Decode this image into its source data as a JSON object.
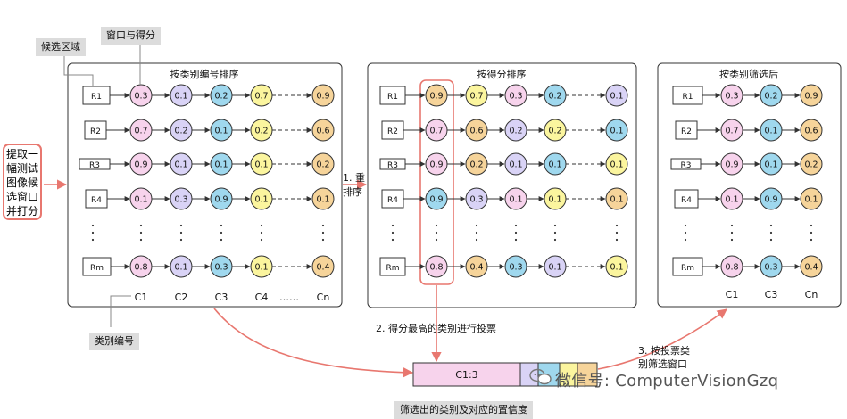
{
  "panels": {
    "left": {
      "title": "按类别编号排序"
    },
    "middle": {
      "title": "按得分排序"
    },
    "right": {
      "title": "按类别筛选后"
    }
  },
  "row_labels": {
    "left": [
      "R1",
      "R2",
      "R3",
      "R4",
      "Rm"
    ],
    "middle": [
      "R1",
      "R2",
      "R3",
      "R4",
      "Rm"
    ],
    "right": [
      "R1",
      "R2",
      "R3",
      "R4",
      "Rm"
    ]
  },
  "scores": {
    "left": [
      [
        "0.3",
        "0.1",
        "0.2",
        "0.7",
        "0.9"
      ],
      [
        "0.7",
        "0.2",
        "0.1",
        "0.2",
        "0.6"
      ],
      [
        "0.9",
        "0.1",
        "0.1",
        "0.1",
        "0.2"
      ],
      [
        "0.1",
        "0.3",
        "0.9",
        "0.1",
        "0.1"
      ],
      [
        "0.8",
        "0.1",
        "0.3",
        "0.1",
        "0.4"
      ]
    ],
    "middle": [
      [
        "0.9",
        "0.7",
        "0.3",
        "0.2",
        "0.1"
      ],
      [
        "0.7",
        "0.6",
        "0.2",
        "0.2",
        "0.1"
      ],
      [
        "0.9",
        "0.2",
        "0.1",
        "0.1",
        "0.1"
      ],
      [
        "0.9",
        "0.3",
        "0.1",
        "0.1",
        "0.1"
      ],
      [
        "0.8",
        "0.4",
        "0.3",
        "0.1",
        "0.1"
      ]
    ],
    "right": [
      [
        "0.3",
        "0.2",
        "0.9"
      ],
      [
        "0.7",
        "0.1",
        "0.6"
      ],
      [
        "0.9",
        "0.1",
        "0.2"
      ],
      [
        "0.1",
        "0.9",
        "0.1"
      ],
      [
        "0.8",
        "0.3",
        "0.4"
      ]
    ]
  },
  "color_class": {
    "left": [
      [
        "pink",
        "purple",
        "blue",
        "yellow",
        "orange"
      ],
      [
        "pink",
        "purple",
        "blue",
        "yellow",
        "orange"
      ],
      [
        "pink",
        "purple",
        "blue",
        "yellow",
        "orange"
      ],
      [
        "pink",
        "purple",
        "blue",
        "yellow",
        "orange"
      ],
      [
        "pink",
        "purple",
        "blue",
        "yellow",
        "orange"
      ]
    ],
    "middle": [
      [
        "orange",
        "yellow",
        "pink",
        "blue",
        "purple"
      ],
      [
        "pink",
        "orange",
        "purple",
        "yellow",
        "blue"
      ],
      [
        "pink",
        "orange",
        "purple",
        "blue",
        "yellow"
      ],
      [
        "blue",
        "purple",
        "pink",
        "yellow",
        "orange"
      ],
      [
        "pink",
        "orange",
        "blue",
        "purple",
        "yellow"
      ]
    ],
    "right": [
      [
        "pink",
        "blue",
        "orange"
      ],
      [
        "pink",
        "blue",
        "orange"
      ],
      [
        "pink",
        "blue",
        "orange"
      ],
      [
        "pink",
        "blue",
        "orange"
      ],
      [
        "pink",
        "blue",
        "orange"
      ]
    ]
  },
  "colors": {
    "pink": "#f7d3ec",
    "purple": "#d9d3f6",
    "blue": "#9fd8ee",
    "yellow": "#fbf59e",
    "orange": "#f6d49a",
    "arrow_red": "#e8776f",
    "stroke": "#333333"
  },
  "column_labels": {
    "left": [
      "C1",
      "C2",
      "C3",
      "C4",
      "……",
      "Cn"
    ],
    "right": [
      "C1",
      "C3",
      "Cn"
    ]
  },
  "callouts": {
    "candidate": "候选区域",
    "window_score": "窗口与得分",
    "category_id": "类别编号",
    "selected": "筛选出的类别及对应的置信度"
  },
  "input_text": [
    "提取一",
    "幅测试",
    "图像候",
    "选窗口",
    "并打分"
  ],
  "steps": {
    "step1": [
      "1. 重",
      "排序"
    ],
    "step2": "2. 得分最高的类别进行投票",
    "step3": [
      "3. 按投票类",
      "别筛选窗口"
    ]
  },
  "result_bar": {
    "label": "C1:3"
  },
  "watermark": "微信号: ComputerVisionGzq"
}
